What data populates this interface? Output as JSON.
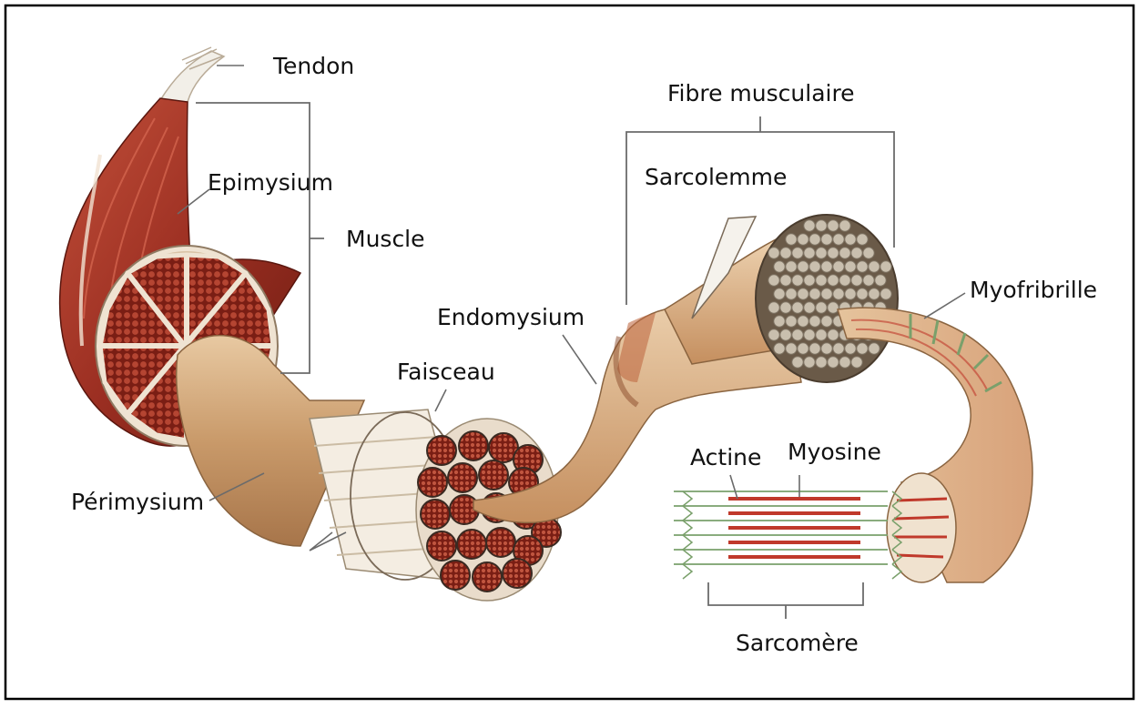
{
  "labels": {
    "tendon": "Tendon",
    "epimysium": "Epimysium",
    "muscle": "Muscle",
    "perimysium": "Périmysium",
    "faisceau": "Faisceau",
    "endomysium": "Endomysium",
    "fibre": "Fibre musculaire",
    "sarcolemme": "Sarcolemme",
    "myofibrille": "Myofribrille",
    "actine": "Actine",
    "myosine": "Myosine",
    "sarcomere": "Sarcomère"
  },
  "colors": {
    "frame": "#000000",
    "muscle_red": "#9c2f22",
    "muscle_dark": "#6e1c12",
    "sheath_tan": "#c99a6a",
    "sheath_light": "#e6c9a3",
    "fiber_white": "#f4ede2",
    "myofibril_grey": "#a59a86",
    "actin_green": "#7aa06b",
    "myosin_red": "#c0392b",
    "leader_grey": "#6b6b6b"
  }
}
